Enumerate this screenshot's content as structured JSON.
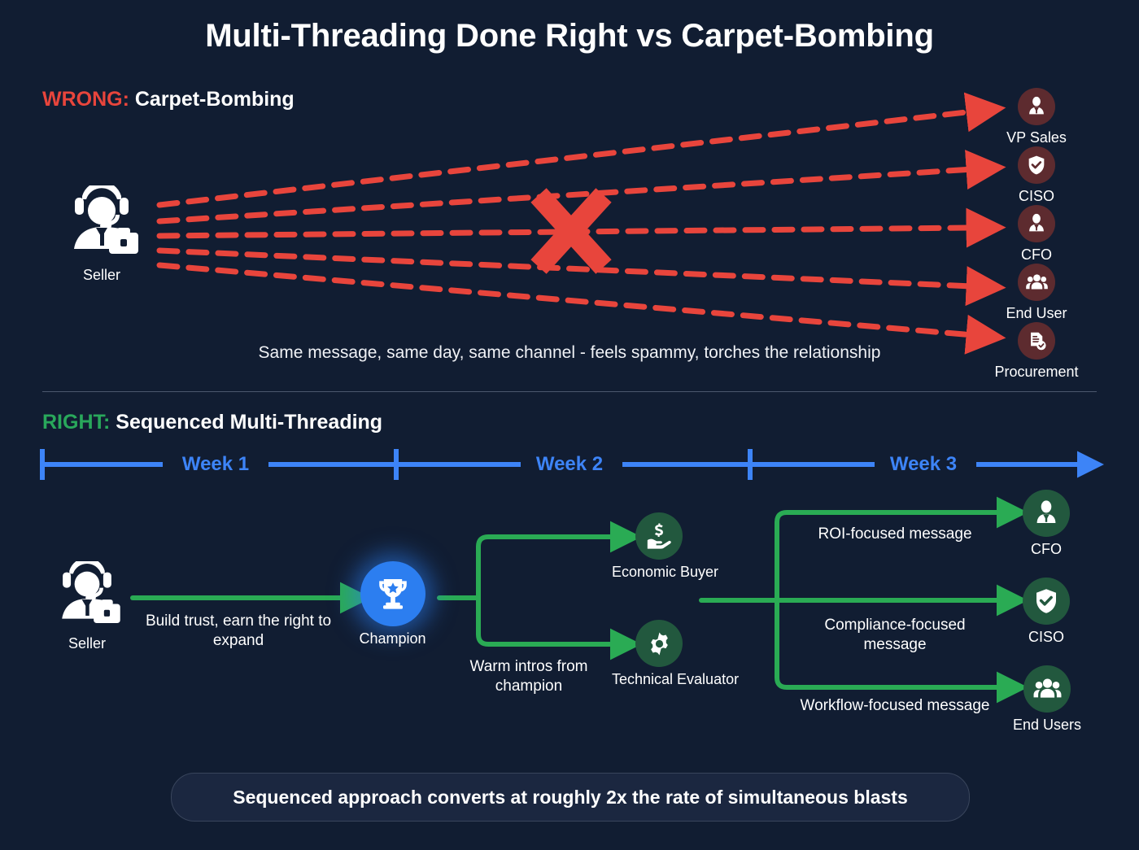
{
  "title": "Multi-Threading Done Right vs Carpet-Bombing",
  "background_color": "#111d32",
  "wrong_section": {
    "keyword": "WRONG:",
    "keyword_color": "#e8453c",
    "heading": "Carpet-Bombing",
    "seller_label": "Seller",
    "seller_icon": "headset-agent-icon",
    "cross_icon": "x-mark-icon",
    "cross_color": "#e8453c",
    "arrow_color": "#e8453c",
    "arrow_style": "dashed",
    "caption": "Same message, same day, same channel - feels spammy, torches the relationship",
    "targets": [
      {
        "label": "VP Sales",
        "icon": "executive-person-icon"
      },
      {
        "label": "CISO",
        "icon": "shield-check-icon"
      },
      {
        "label": "CFO",
        "icon": "executive-person-icon"
      },
      {
        "label": "End User",
        "icon": "people-group-icon"
      },
      {
        "label": "Procurement",
        "icon": "document-check-icon"
      }
    ]
  },
  "right_section": {
    "keyword": "RIGHT:",
    "keyword_color": "#29a85b",
    "heading": "Sequenced Multi-Threading",
    "timeline": {
      "color": "#3d84f7",
      "weeks": [
        "Week 1",
        "Week 2",
        "Week 3"
      ]
    },
    "seller_label": "Seller",
    "seller_icon": "headset-agent-icon",
    "champion": {
      "label": "Champion",
      "icon": "trophy-star-icon",
      "color": "#2c7ef0"
    },
    "edge_labels": {
      "seller_to_champion": "Build trust, earn the right to expand",
      "champion_to_stage2": "Warm intros from champion"
    },
    "stage2": [
      {
        "label": "Economic Buyer",
        "icon": "hand-dollar-icon"
      },
      {
        "label": "Technical Evaluator",
        "icon": "gear-icon"
      }
    ],
    "stage3": [
      {
        "label": "CFO",
        "icon": "executive-person-icon",
        "message": "ROI-focused message"
      },
      {
        "label": "CISO",
        "icon": "shield-check-icon",
        "message": "Compliance-focused message"
      },
      {
        "label": "End Users",
        "icon": "people-group-icon",
        "message": "Workflow-focused message"
      }
    ],
    "arrow_color": "#2aab54"
  },
  "footer_banner": "Sequenced approach converts at roughly 2x the rate of simultaneous blasts"
}
